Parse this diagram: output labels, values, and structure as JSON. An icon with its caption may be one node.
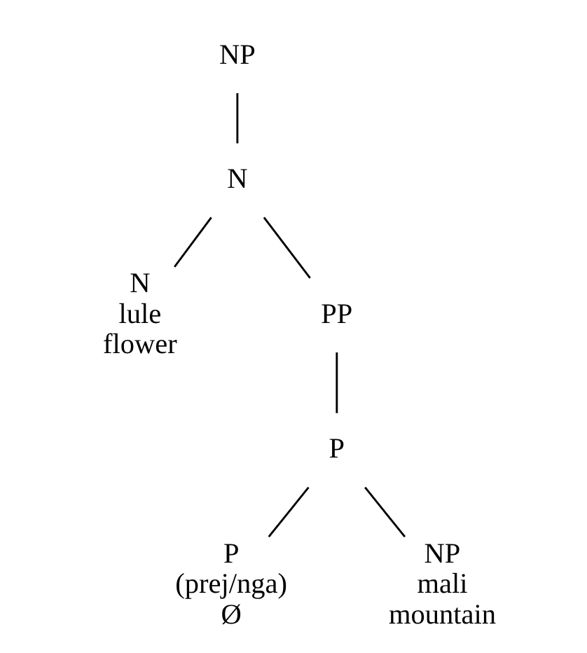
{
  "diagram": {
    "nodes": [
      {
        "text": [
          "NP"
        ]
      },
      {
        "text": [
          "N"
        ]
      },
      {
        "text": [
          "N",
          "lule",
          "flower"
        ]
      },
      {
        "text": [
          "PP"
        ]
      },
      {
        "text": [
          "P"
        ]
      },
      {
        "text": [
          "P",
          "(prej/nga)",
          "Ø"
        ]
      },
      {
        "text": [
          "NP",
          "mali",
          "mountain"
        ]
      }
    ],
    "edges": [
      {
        "from": 0,
        "to": 1,
        "arrow": "none"
      },
      {
        "from": 1,
        "to": 2,
        "arrow": "none"
      },
      {
        "from": 1,
        "to": 3,
        "arrow": "none"
      },
      {
        "from": 3,
        "to": 4,
        "arrow": "none"
      },
      {
        "from": 4,
        "to": 5,
        "arrow": "none"
      },
      {
        "from": 4,
        "to": 6,
        "arrow": "none"
      }
    ]
  }
}
